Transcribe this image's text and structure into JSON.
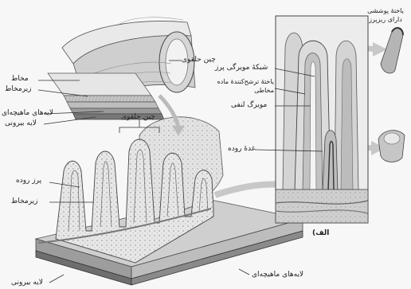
{
  "labels": {
    "fold_top": "چین حلقوی",
    "mucosa": "مخاط",
    "submucosa_top": "زیرمخاط",
    "muscle_layers_top": "لایه‌های ماهیچه‌ای",
    "outer_layer_top": "لایه بیرونی",
    "fold_mid": "چین حلقوی",
    "villus": "پرز روده",
    "submucosa_mid": "زیرمخاط",
    "outer_layer_bottom": "لایه بیرونی",
    "muscle_layers_bottom": "لایه‌های ماهیچه‌ای",
    "capillary_network": "شبکهٔ مویرگی پرز",
    "mucus_cell": "یاختهٔ ترشح‌کنندهٔ ماده مخاطی",
    "lymph_capillary": "مویرگ لنفی",
    "intestinal_gland": "غدهٔ روده",
    "epithelial_cell": "یاختهٔ پوششی دارای ریزپرز",
    "panel_a": "الف)"
  },
  "colors": {
    "line": "#333333",
    "tissue_light": "#dcdcdc",
    "tissue_mid": "#b9b9b9",
    "tissue_dark": "#7d7d7d",
    "panel_bg": "#e6e6e6"
  }
}
